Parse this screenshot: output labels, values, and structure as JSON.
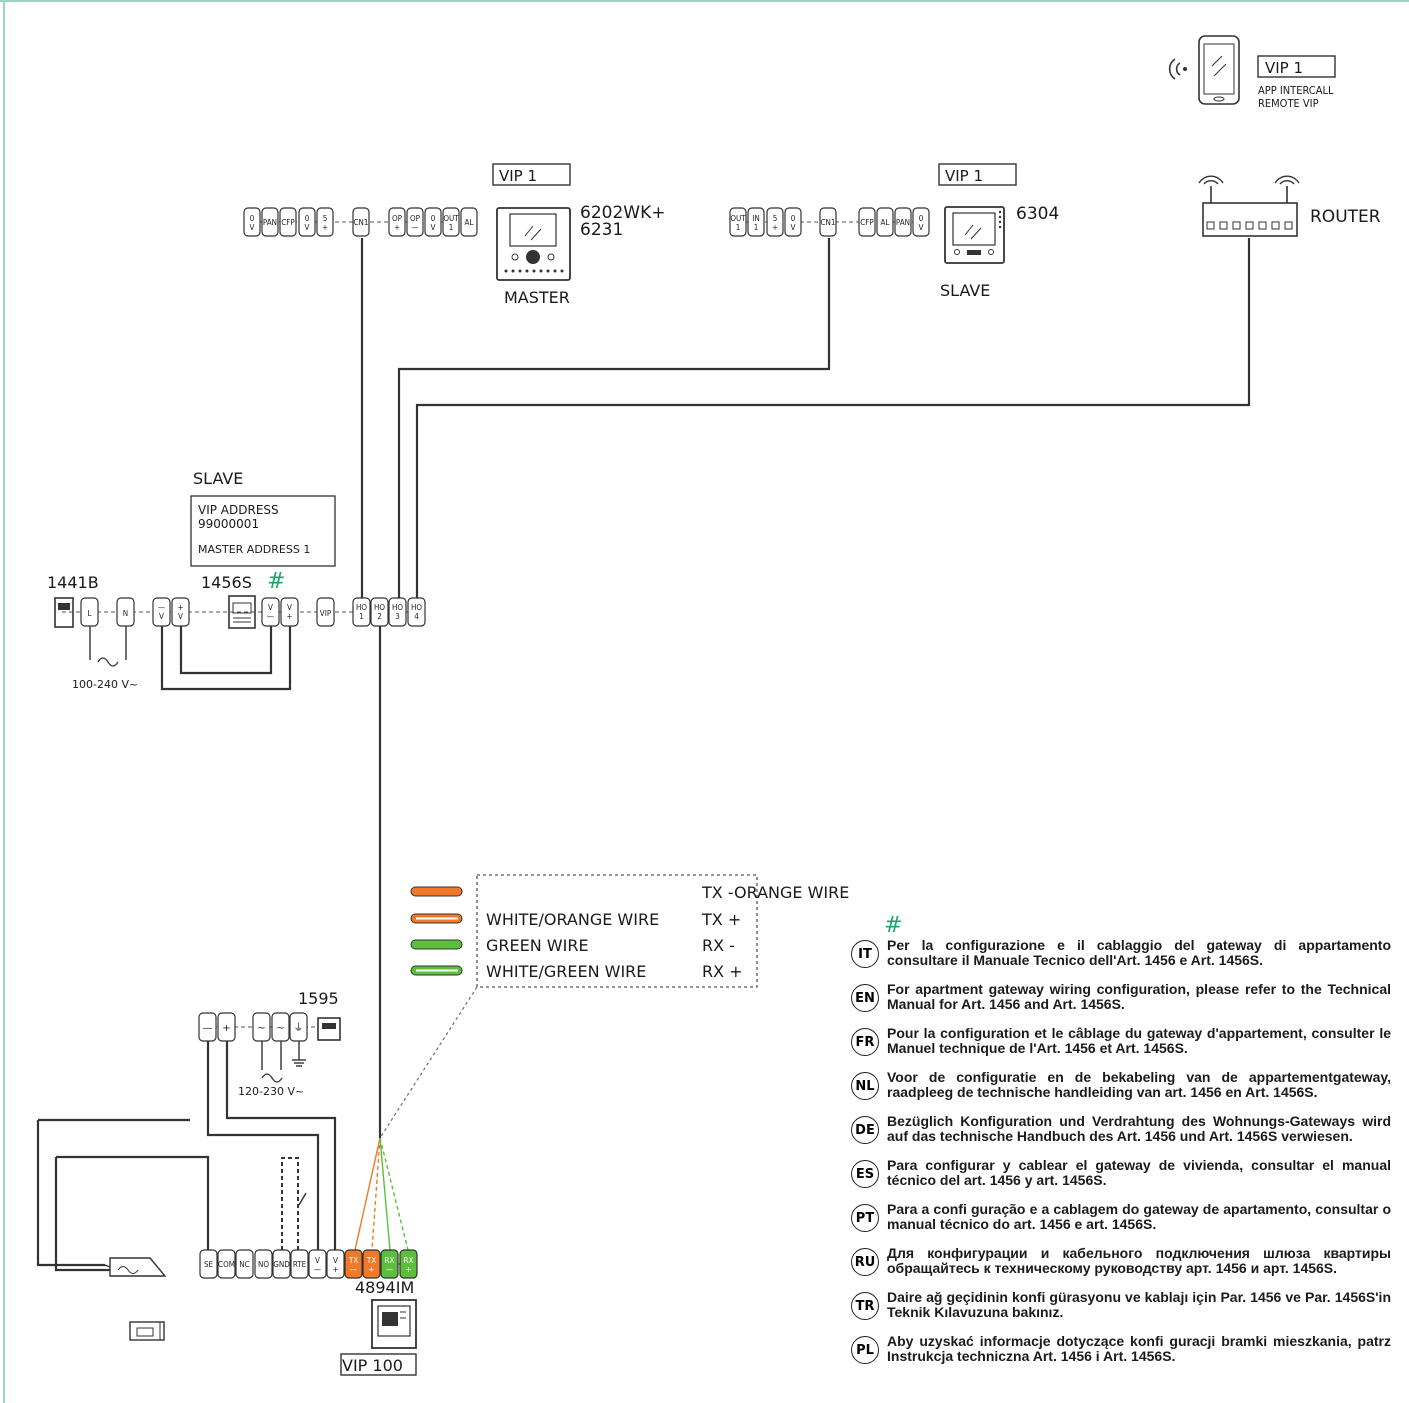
{
  "app": {
    "vip_label": "VIP 1",
    "app_line1": "APP INTERCALL",
    "app_line2": "REMOTE VIP"
  },
  "master_monitor": {
    "vip_label": "VIP 1",
    "model_line1": "6202WK+",
    "model_line2": "6231",
    "role": "MASTER",
    "terminals": [
      "0 V",
      "PAN",
      "CFP",
      "0 V",
      "5 +",
      "CN1",
      "OP +",
      "OP —",
      "0 V",
      "OUT 1",
      "AL"
    ]
  },
  "slave_monitor": {
    "vip_label": "VIP 1",
    "model": "6304",
    "role": "SLAVE",
    "terminals": [
      "OUT 1",
      "IN 1",
      "5 +",
      "0 V",
      "CN1",
      "CFP",
      "AL",
      "PAN",
      "0 V"
    ]
  },
  "router": {
    "label": "ROUTER"
  },
  "gateway": {
    "role": "SLAVE",
    "vip_address_label": "VIP ADDRESS",
    "vip_address_value": "99000001",
    "master_address": "MASTER ADDRESS 1",
    "model": "1456S",
    "note_mark": "#",
    "terminals": [
      "V —",
      "V +",
      "VIP",
      "HO 1",
      "HO 2",
      "HO 3",
      "HO 4"
    ]
  },
  "psu": {
    "model": "1441B",
    "voltage": "100-240 V~",
    "terminals": [
      "L",
      "N",
      "— V",
      "+ V"
    ]
  },
  "psu2": {
    "model": "1595",
    "voltage": "120-230 V~",
    "terminals": [
      "—",
      "+",
      "~",
      "~",
      "⏚"
    ]
  },
  "outdoor_unit": {
    "model": "4894IM",
    "vip_label": "VIP 100",
    "terminals": [
      "SE",
      "COM",
      "NC",
      "NO",
      "GND",
      "RTE",
      "V —",
      "V +",
      "TX —",
      "TX +",
      "RX —",
      "RX +"
    ],
    "terminal_colors": {
      "TX —": "#f07a2a",
      "TX +": "#f07a2a",
      "RX —": "#5cbf3c",
      "RX +": "#5cbf3c"
    }
  },
  "wire_legend": {
    "rows": [
      {
        "left": "",
        "right": "TX -ORANGE WIRE"
      },
      {
        "left": "WHITE/ORANGE WIRE",
        "right": "TX +"
      },
      {
        "left": "GREEN WIRE",
        "right": "RX -"
      },
      {
        "left": "WHITE/GREEN WIRE",
        "right": "RX +"
      }
    ],
    "colors": {
      "orange": "#f07a2a",
      "green": "#5cbf3c"
    }
  },
  "notes": {
    "mark": "#",
    "items": [
      {
        "code": "IT",
        "text": "Per la configurazione e il cablaggio del gateway di appartamento consultare il Manuale Tecnico dell'Art. 1456 e Art. 1456S."
      },
      {
        "code": "EN",
        "text": "For apartment gateway wiring configuration, please refer to the Technical Manual for Art. 1456 and Art. 1456S."
      },
      {
        "code": "FR",
        "text": "Pour la configuration et le câblage du gateway d'appartement, consulter le Manuel technique de l'Art. 1456 et Art. 1456S."
      },
      {
        "code": "NL",
        "text": "Voor de configuratie en de bekabeling van de appartementgateway, raadpleeg de technische handleiding van art. 1456 en Art. 1456S."
      },
      {
        "code": "DE",
        "text": "Bezüglich Konfiguration und Verdrahtung des Wohnungs-Gateways wird auf das technische Handbuch des Art. 1456 und Art. 1456S verwiesen."
      },
      {
        "code": "ES",
        "text": "Para configurar y cablear el gateway de vivienda, consultar el manual técnico del art. 1456 y art. 1456S."
      },
      {
        "code": "PT",
        "text": "Para a confi guração e a cablagem do gateway de apartamento, consultar o manual técnico do art. 1456 e art. 1456S."
      },
      {
        "code": "RU",
        "text": "Для конфигурации и кабельного подключения шлюза квартиры обращайтесь к техническому руководству арт. 1456 и арт. 1456S."
      },
      {
        "code": "TR",
        "text": "Daire ağ geçidinin konfi gürasyonu ve kablajı için Par. 1456 ve Par. 1456S'in Teknik Kılavuzuna bakınız."
      },
      {
        "code": "PL",
        "text": "Aby uzyskać informacje dotyczące konfi guracji bramki mieszkania, patrz Instrukcja techniczna Art. 1456 i Art. 1456S."
      }
    ]
  }
}
